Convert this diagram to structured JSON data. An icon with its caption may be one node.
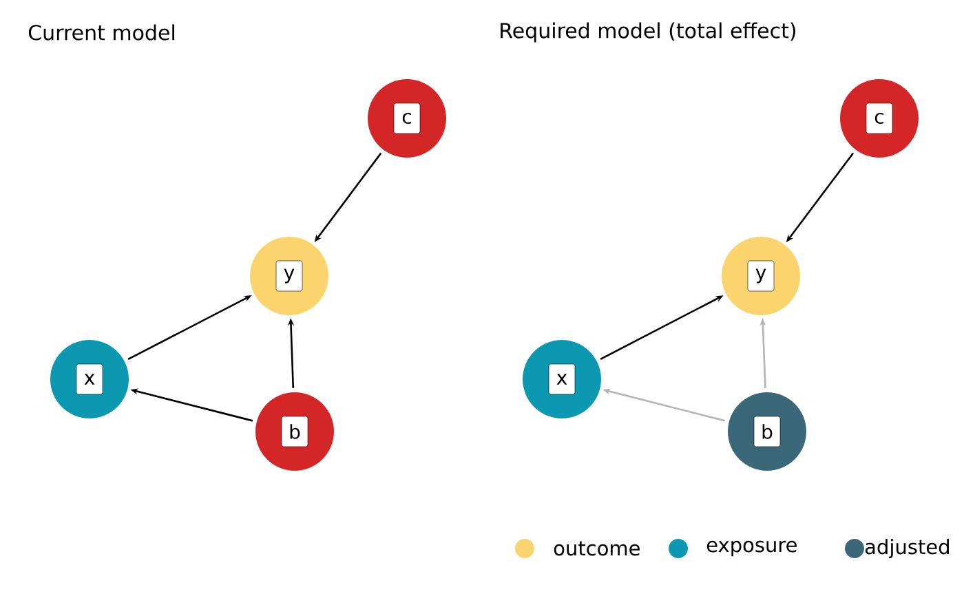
{
  "diagram": {
    "nodes": [
      {
        "text": [
          "c"
        ]
      },
      {
        "text": [
          "y"
        ]
      },
      {
        "text": [
          "x"
        ]
      },
      {
        "text": [
          "b"
        ]
      },
      {
        "text": [
          "c"
        ]
      },
      {
        "text": [
          "y"
        ]
      },
      {
        "text": [
          "x"
        ]
      },
      {
        "text": [
          "b"
        ]
      }
    ],
    "edges": [
      {
        "from": 0,
        "to": 1,
        "arrow": "to"
      },
      {
        "from": 2,
        "to": 1,
        "arrow": "to"
      },
      {
        "from": 3,
        "to": 2,
        "arrow": "to"
      },
      {
        "from": 3,
        "to": 1,
        "arrow": "to"
      },
      {
        "from": 4,
        "to": 5,
        "arrow": "to"
      },
      {
        "from": 6,
        "to": 5,
        "arrow": "to"
      },
      {
        "from": 7,
        "to": 6,
        "arrow": "to",
        "color": "#b3b3b3"
      },
      {
        "from": 7,
        "to": 5,
        "arrow": "to",
        "color": "#b3b3b3"
      }
    ],
    "labels": [
      "Current model",
      "Required model (total effect)"
    ],
    "legend": [
      {
        "text": "outcome",
        "color": "#fbd46d"
      },
      {
        "text": "exposure",
        "color": "#0b98b0"
      },
      {
        "text": "adjusted",
        "color": "#3b6878"
      }
    ]
  }
}
